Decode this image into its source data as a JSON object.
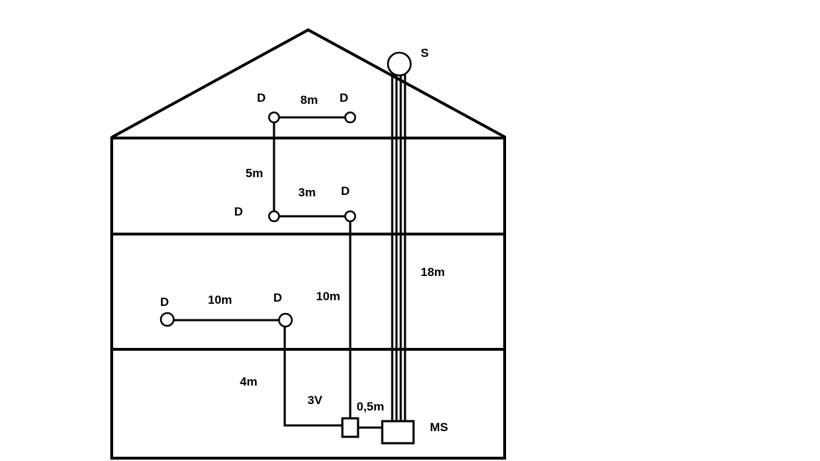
{
  "diagram": {
    "labels": {
      "source": "S",
      "manifold": "MS",
      "valve": "3V",
      "d_attic_left": "D",
      "d_attic_right": "D",
      "len_attic": "8m",
      "len_vertical_top": "5m",
      "d_upper_left": "D",
      "d_upper_right": "D",
      "len_upper": "3m",
      "len_riser_upper": "10m",
      "len_riser_main": "18m",
      "d_middle_left": "D",
      "d_middle_right": "D",
      "len_middle": "10m",
      "len_down_middle": "4m",
      "len_valve_to_ms": "0,5m"
    }
  }
}
